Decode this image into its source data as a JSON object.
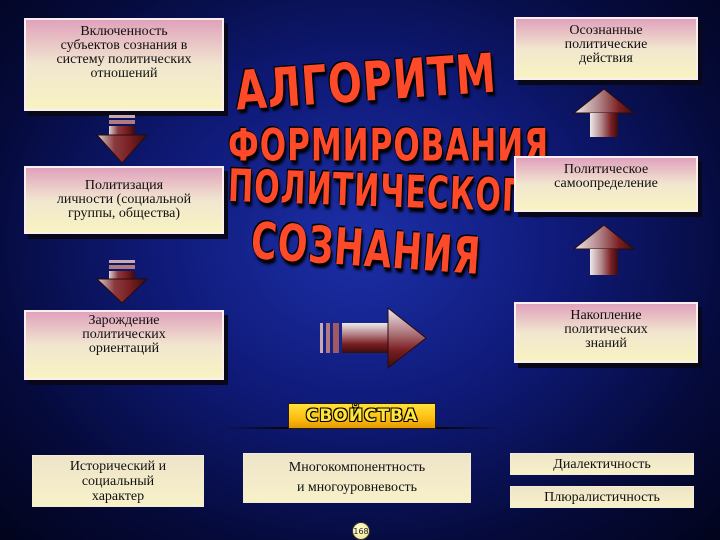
{
  "title": {
    "line1": "АЛГОРИТМ",
    "line2": "ФОРМИРОВАНИЯ",
    "line3": "ПОЛИТИЧЕСКОГО",
    "line4": "СОЗНАНИЯ"
  },
  "left_steps": [
    {
      "label": "Включенность\nсубъектов сознания в\nсистему политических\nотношений"
    },
    {
      "label": "Политизация\nличности (социальной\nгруппы, общества)"
    },
    {
      "label": "Зарождение\nполитических\nориентаций"
    }
  ],
  "right_steps": [
    {
      "label": "Накопление\nполитических\nзнаний"
    },
    {
      "label": "Политическое\nсамоопределение"
    },
    {
      "label": "Осознанные\nполитические\nдействия"
    }
  ],
  "properties": {
    "heading": "СВОЙСТВА",
    "items": [
      "Исторический и\nсоциальный\nхарактер",
      "Многокомпонентность\nи многоуровневость",
      "Диалектичность",
      "Плюралистичность"
    ]
  },
  "page_number": "168",
  "colors": {
    "background": "#0f1a78",
    "title_red": "#ff4a2a",
    "badge_yellow": "#ffd21a",
    "arrow_red": "#7a1f22"
  }
}
